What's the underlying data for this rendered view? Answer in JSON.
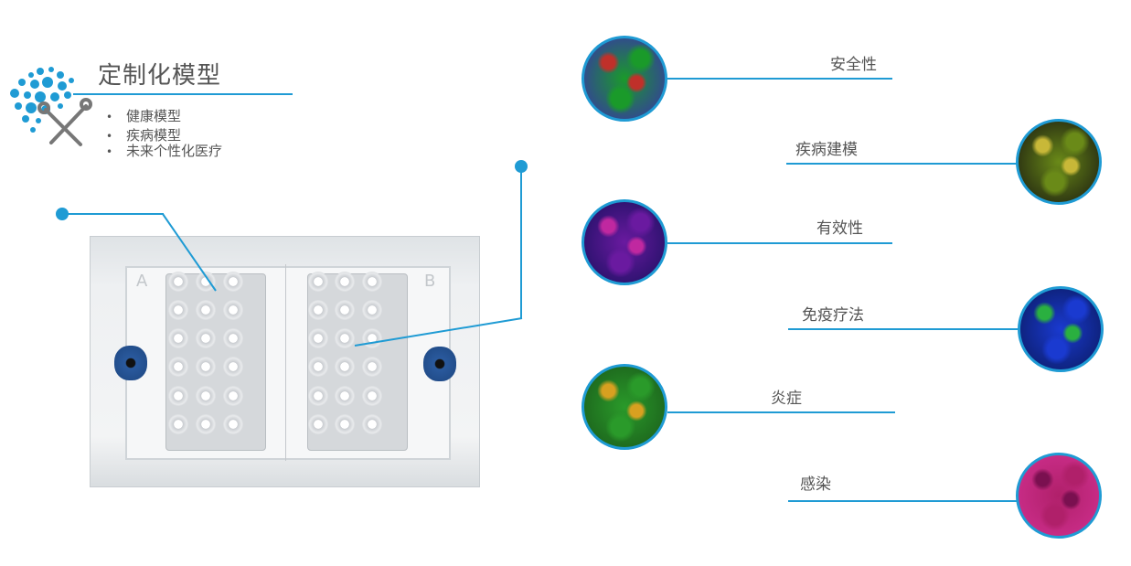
{
  "header": {
    "title": "定制化模型",
    "bullets": [
      "健康模型",
      "疾病模型",
      "未来个性化医疗"
    ],
    "bullet_char": "•"
  },
  "device": {
    "chamber_labels": [
      "A",
      "B"
    ]
  },
  "features": [
    {
      "label": "安全性",
      "side": "left",
      "colors": [
        "#1a9a2a",
        "#c0302a",
        "#3a2fb0"
      ]
    },
    {
      "label": "疾病建模",
      "side": "right",
      "colors": [
        "#6a8a18",
        "#c8b838",
        "#1a1a10"
      ]
    },
    {
      "label": "有效性",
      "side": "left",
      "colors": [
        "#6a1aa0",
        "#c028a0",
        "#1a1060"
      ]
    },
    {
      "label": "免疫疗法",
      "side": "right",
      "colors": [
        "#1a3ad0",
        "#2ab040",
        "#0a1a60"
      ]
    },
    {
      "label": "炎症",
      "side": "left",
      "colors": [
        "#2a9a2a",
        "#d8a020",
        "#1a5a1a"
      ]
    },
    {
      "label": "感染",
      "side": "right",
      "colors": [
        "#b0206a",
        "#7a1050",
        "#d03090"
      ]
    }
  ],
  "accent_color": "#1f9bd4"
}
